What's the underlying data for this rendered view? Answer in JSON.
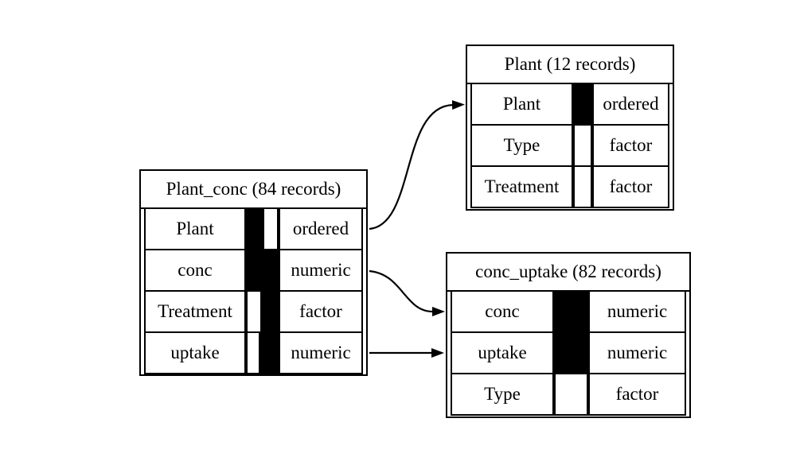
{
  "diagram": {
    "background": "#ffffff",
    "line_color": "#000000",
    "indicator_black": "#000000",
    "indicator_white": "#ffffff"
  },
  "tables": [
    {
      "name": "Plant_conc",
      "title": "Plant_conc (84 records)",
      "record_count": 84,
      "rows": [
        {
          "name": "Plant",
          "type": "ordered",
          "indicator": [
            {
              "fill": "black",
              "pct": 51
            },
            {
              "fill": "white",
              "pct": 49
            }
          ]
        },
        {
          "name": "conc",
          "type": "numeric",
          "indicator": [
            {
              "fill": "black",
              "pct": 100
            }
          ]
        },
        {
          "name": "Treatment",
          "type": "factor",
          "indicator": [
            {
              "fill": "white",
              "pct": 49
            },
            {
              "fill": "black",
              "pct": 51
            }
          ]
        },
        {
          "name": "uptake",
          "type": "numeric",
          "indicator": [
            {
              "fill": "white",
              "pct": 44
            },
            {
              "fill": "black",
              "pct": 56
            }
          ]
        }
      ]
    },
    {
      "name": "Plant",
      "title": "Plant (12 records)",
      "record_count": 12,
      "rows": [
        {
          "name": "Plant",
          "type": "ordered",
          "indicator": [
            {
              "fill": "black",
              "pct": 100
            }
          ]
        },
        {
          "name": "Type",
          "type": "factor",
          "indicator": [
            {
              "fill": "white",
              "pct": 100
            }
          ]
        },
        {
          "name": "Treatment",
          "type": "factor",
          "indicator": [
            {
              "fill": "white",
              "pct": 100
            }
          ]
        }
      ]
    },
    {
      "name": "conc_uptake",
      "title": "conc_uptake (82 records)",
      "record_count": 82,
      "rows": [
        {
          "name": "conc",
          "type": "numeric",
          "indicator": [
            {
              "fill": "black",
              "pct": 100
            }
          ]
        },
        {
          "name": "uptake",
          "type": "numeric",
          "indicator": [
            {
              "fill": "black",
              "pct": 100
            }
          ]
        },
        {
          "name": "Type",
          "type": "factor",
          "indicator": [
            {
              "fill": "white",
              "pct": 100
            }
          ]
        }
      ]
    }
  ],
  "arrows": [
    {
      "from": "Plant_conc.Plant",
      "to": "Plant.Plant"
    },
    {
      "from": "Plant_conc.conc",
      "to": "conc_uptake.conc"
    },
    {
      "from": "Plant_conc.uptake",
      "to": "conc_uptake.uptake"
    }
  ]
}
